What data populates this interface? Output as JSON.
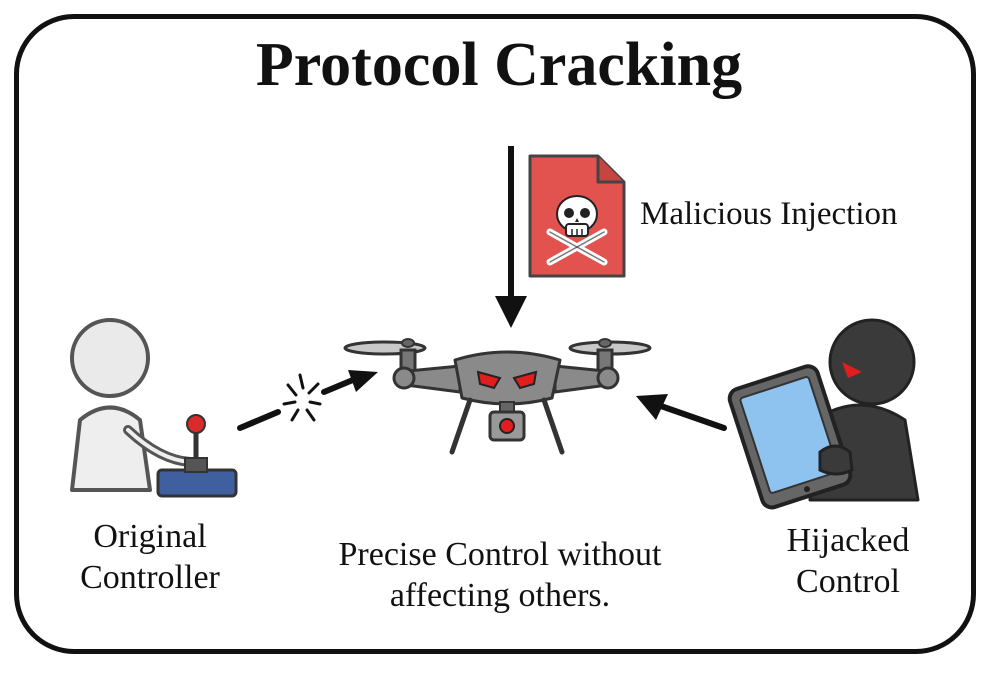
{
  "title": "Protocol Cracking",
  "labels": {
    "malicious_injection": "Malicious Injection",
    "original_controller": [
      "Original",
      "Controller"
    ],
    "hijacked_control": [
      "Hijacked",
      "Control"
    ],
    "precise_control": [
      "Precise Control without",
      "affecting others."
    ]
  },
  "colors": {
    "border": "#111111",
    "injection_file": "#e2524f",
    "drone_body": "#8a8a8a",
    "drone_eyes": "#e11d1d",
    "joystick_base": "#3f5f9f",
    "joystick_knob": "#d92b2b",
    "tablet_screen": "#8ec3ef",
    "hacker_figure": "#3a3a3a"
  },
  "icons": {
    "injection": "skull-file-icon",
    "drone": "evil-drone-icon",
    "original_user": "user-with-joystick-icon",
    "hijacker": "hacker-with-tablet-icon",
    "jamming": "jammed-signal-icon"
  }
}
